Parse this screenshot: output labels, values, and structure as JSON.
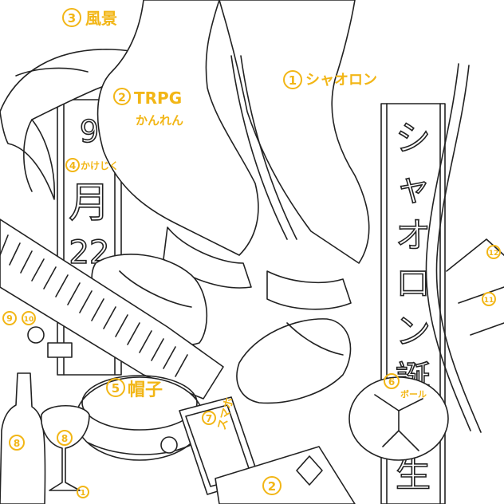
{
  "colors": {
    "annotation": "#f2b616",
    "lineart": "#222222",
    "paper": "#ffffff"
  },
  "annotations": {
    "scenery": {
      "num": "3",
      "text": "風景"
    },
    "trpg": {
      "num": "2",
      "line1": "TRPG",
      "line2": "かんれん"
    },
    "shaoron": {
      "num": "1",
      "text": "シャオロン"
    },
    "hanging_scroll": {
      "num": "4",
      "text": "かけじく"
    },
    "hat": {
      "num": "5",
      "text": "帽子"
    },
    "ball": {
      "num": "6",
      "text": "ボール"
    },
    "smartphone": {
      "num": "7",
      "text": "スマホ"
    },
    "bottom_item": {
      "num": "2"
    },
    "bottle": {
      "num": "8"
    },
    "glass": {
      "num": "8"
    },
    "left_9": {
      "num": "9"
    },
    "left_10": {
      "num": "10"
    },
    "right_11": {
      "num": "11"
    },
    "right_12": {
      "num": "12"
    },
    "bottom_small": {
      "num": "1"
    }
  },
  "scroll_left": {
    "chars": [
      "9",
      "月",
      "22"
    ]
  },
  "scroll_right": {
    "chars": [
      "シ",
      "ャ",
      "オ",
      "ロ",
      "ン",
      "誕",
      "生"
    ]
  }
}
